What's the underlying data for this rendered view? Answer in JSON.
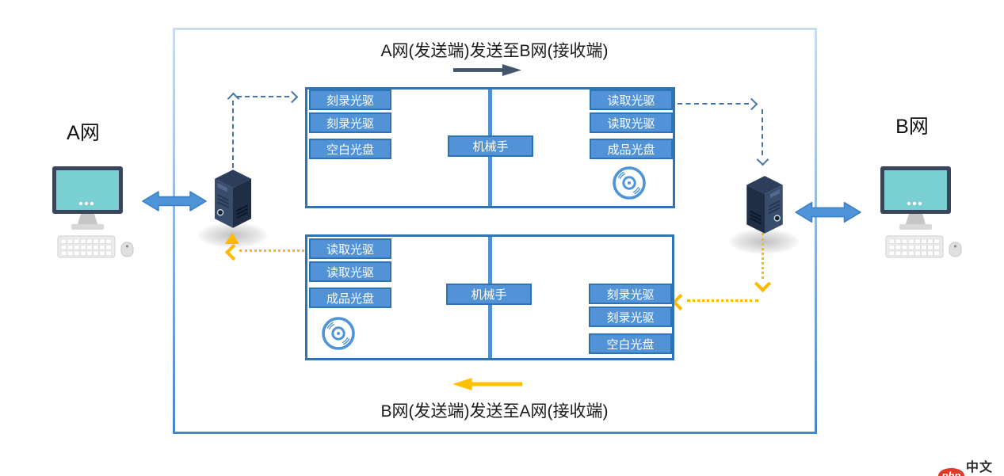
{
  "titles": {
    "top_flow": "A网(发送端)发送至B网(接收端)",
    "bottom_flow": "B网(发送端)发送至A网(接收端)"
  },
  "endpoints": {
    "left": "A网",
    "right": "B网"
  },
  "stations": {
    "top": {
      "left_slots": [
        "刻录光驱",
        "刻录光驱",
        "空白光盘"
      ],
      "robot": "机械手",
      "right_slots": [
        "读取光驱",
        "读取光驱",
        "成品光盘"
      ]
    },
    "bottom": {
      "left_slots": [
        "读取光驱",
        "读取光驱",
        "成品光盘"
      ],
      "robot": "机械手",
      "right_slots": [
        "刻录光驱",
        "刻录光驱",
        "空白光盘"
      ]
    }
  },
  "watermark": {
    "badge": "php",
    "name": "中文网"
  },
  "colors": {
    "chip_fill": "#5193d6",
    "chip_border": "#2e74b4",
    "station_border": "#2e75b6",
    "outer_border": "#4a86c8",
    "forward_arrow": "#44546a",
    "return_arrow": "#ffc000",
    "dashed_link": "#4574ac",
    "dotted_link": "#ffb900",
    "link_arrow_blue": "#4e94d8",
    "screen": "#7acfd3"
  }
}
